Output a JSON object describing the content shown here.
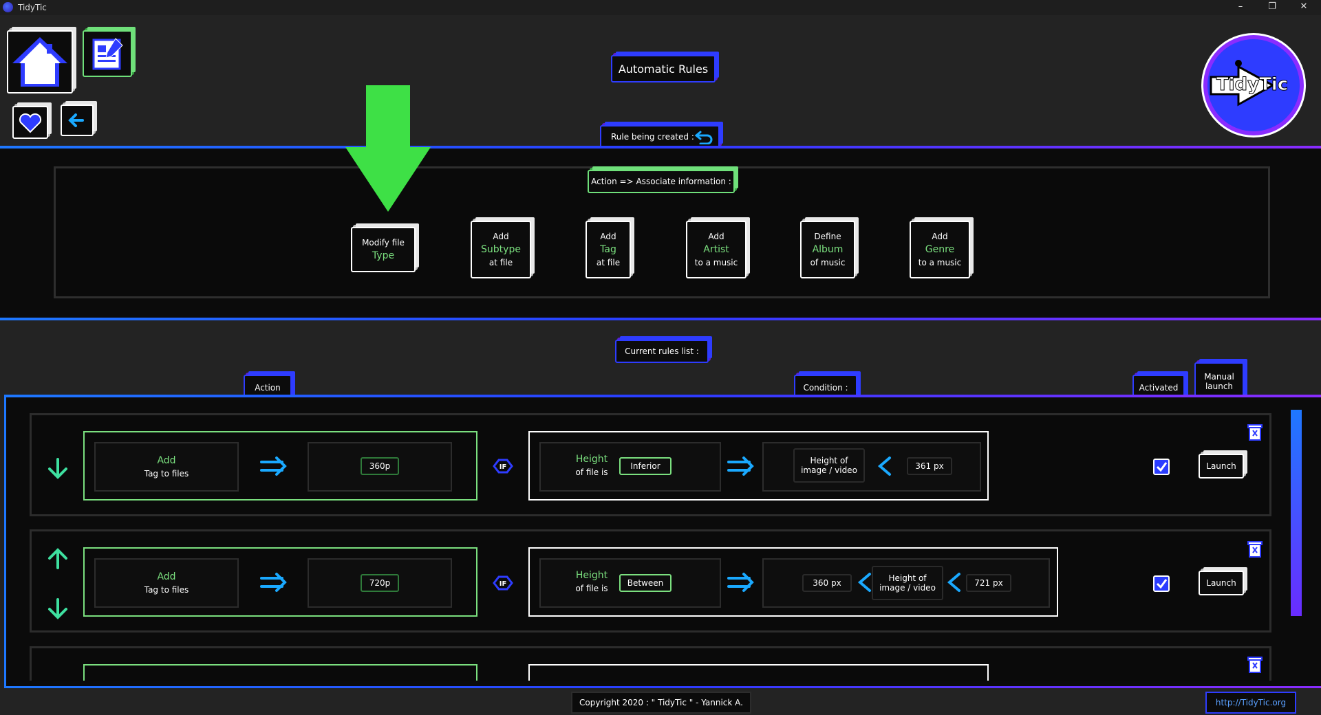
{
  "window": {
    "title": "TidyTic",
    "controls": [
      "–",
      "❐",
      "✕"
    ]
  },
  "header": {
    "page_title": "Automatic Rules",
    "rule_being_created": "Rule being created :",
    "logo_text": "TidyTic"
  },
  "creation": {
    "section_label": "Action => Associate information :",
    "actions": [
      {
        "line1": "Modify file",
        "line2": "Type",
        "line3": ""
      },
      {
        "line1": "Add",
        "line2": "Subtype",
        "line3": "at file"
      },
      {
        "line1": "Add",
        "line2": "Tag",
        "line3": "at file"
      },
      {
        "line1": "Add",
        "line2": "Artist",
        "line3": "to a music"
      },
      {
        "line1": "Define",
        "line2": "Album",
        "line3": "of music"
      },
      {
        "line1": "Add",
        "line2": "Genre",
        "line3": "to a music"
      }
    ]
  },
  "rules_list": {
    "section_label": "Current rules list :",
    "col_action": "Action",
    "col_condition": "Condition :",
    "col_activated": "Activated",
    "col_manual_l1": "Manual",
    "col_manual_l2": "launch",
    "rules": [
      {
        "action_l1": "Add",
        "action_l2": "Tag to files",
        "value": "360p",
        "cond_l1": "Height",
        "cond_l2": "of file is",
        "operator": "Inferior",
        "target_l1": "Height of",
        "target_l2": "image / video",
        "bound": "361 px",
        "launch": "Launch",
        "activated": true
      },
      {
        "action_l1": "Add",
        "action_l2": "Tag to files",
        "value": "720p",
        "cond_l1": "Height",
        "cond_l2": "of file is",
        "operator": "Between",
        "low": "360 px",
        "target_l1": "Height of",
        "target_l2": "image / video",
        "bound": "721 px",
        "launch": "Launch",
        "activated": true
      }
    ]
  },
  "footer": {
    "copyright": "Copyright 2020 : \" TidyTic \" - Yannick A.",
    "url": "http://TidyTic.org"
  },
  "colors": {
    "accent_blue": "#2e3cff",
    "accent_green": "#7be07f",
    "accent_purple": "#8a2cff",
    "background": "#232323"
  }
}
